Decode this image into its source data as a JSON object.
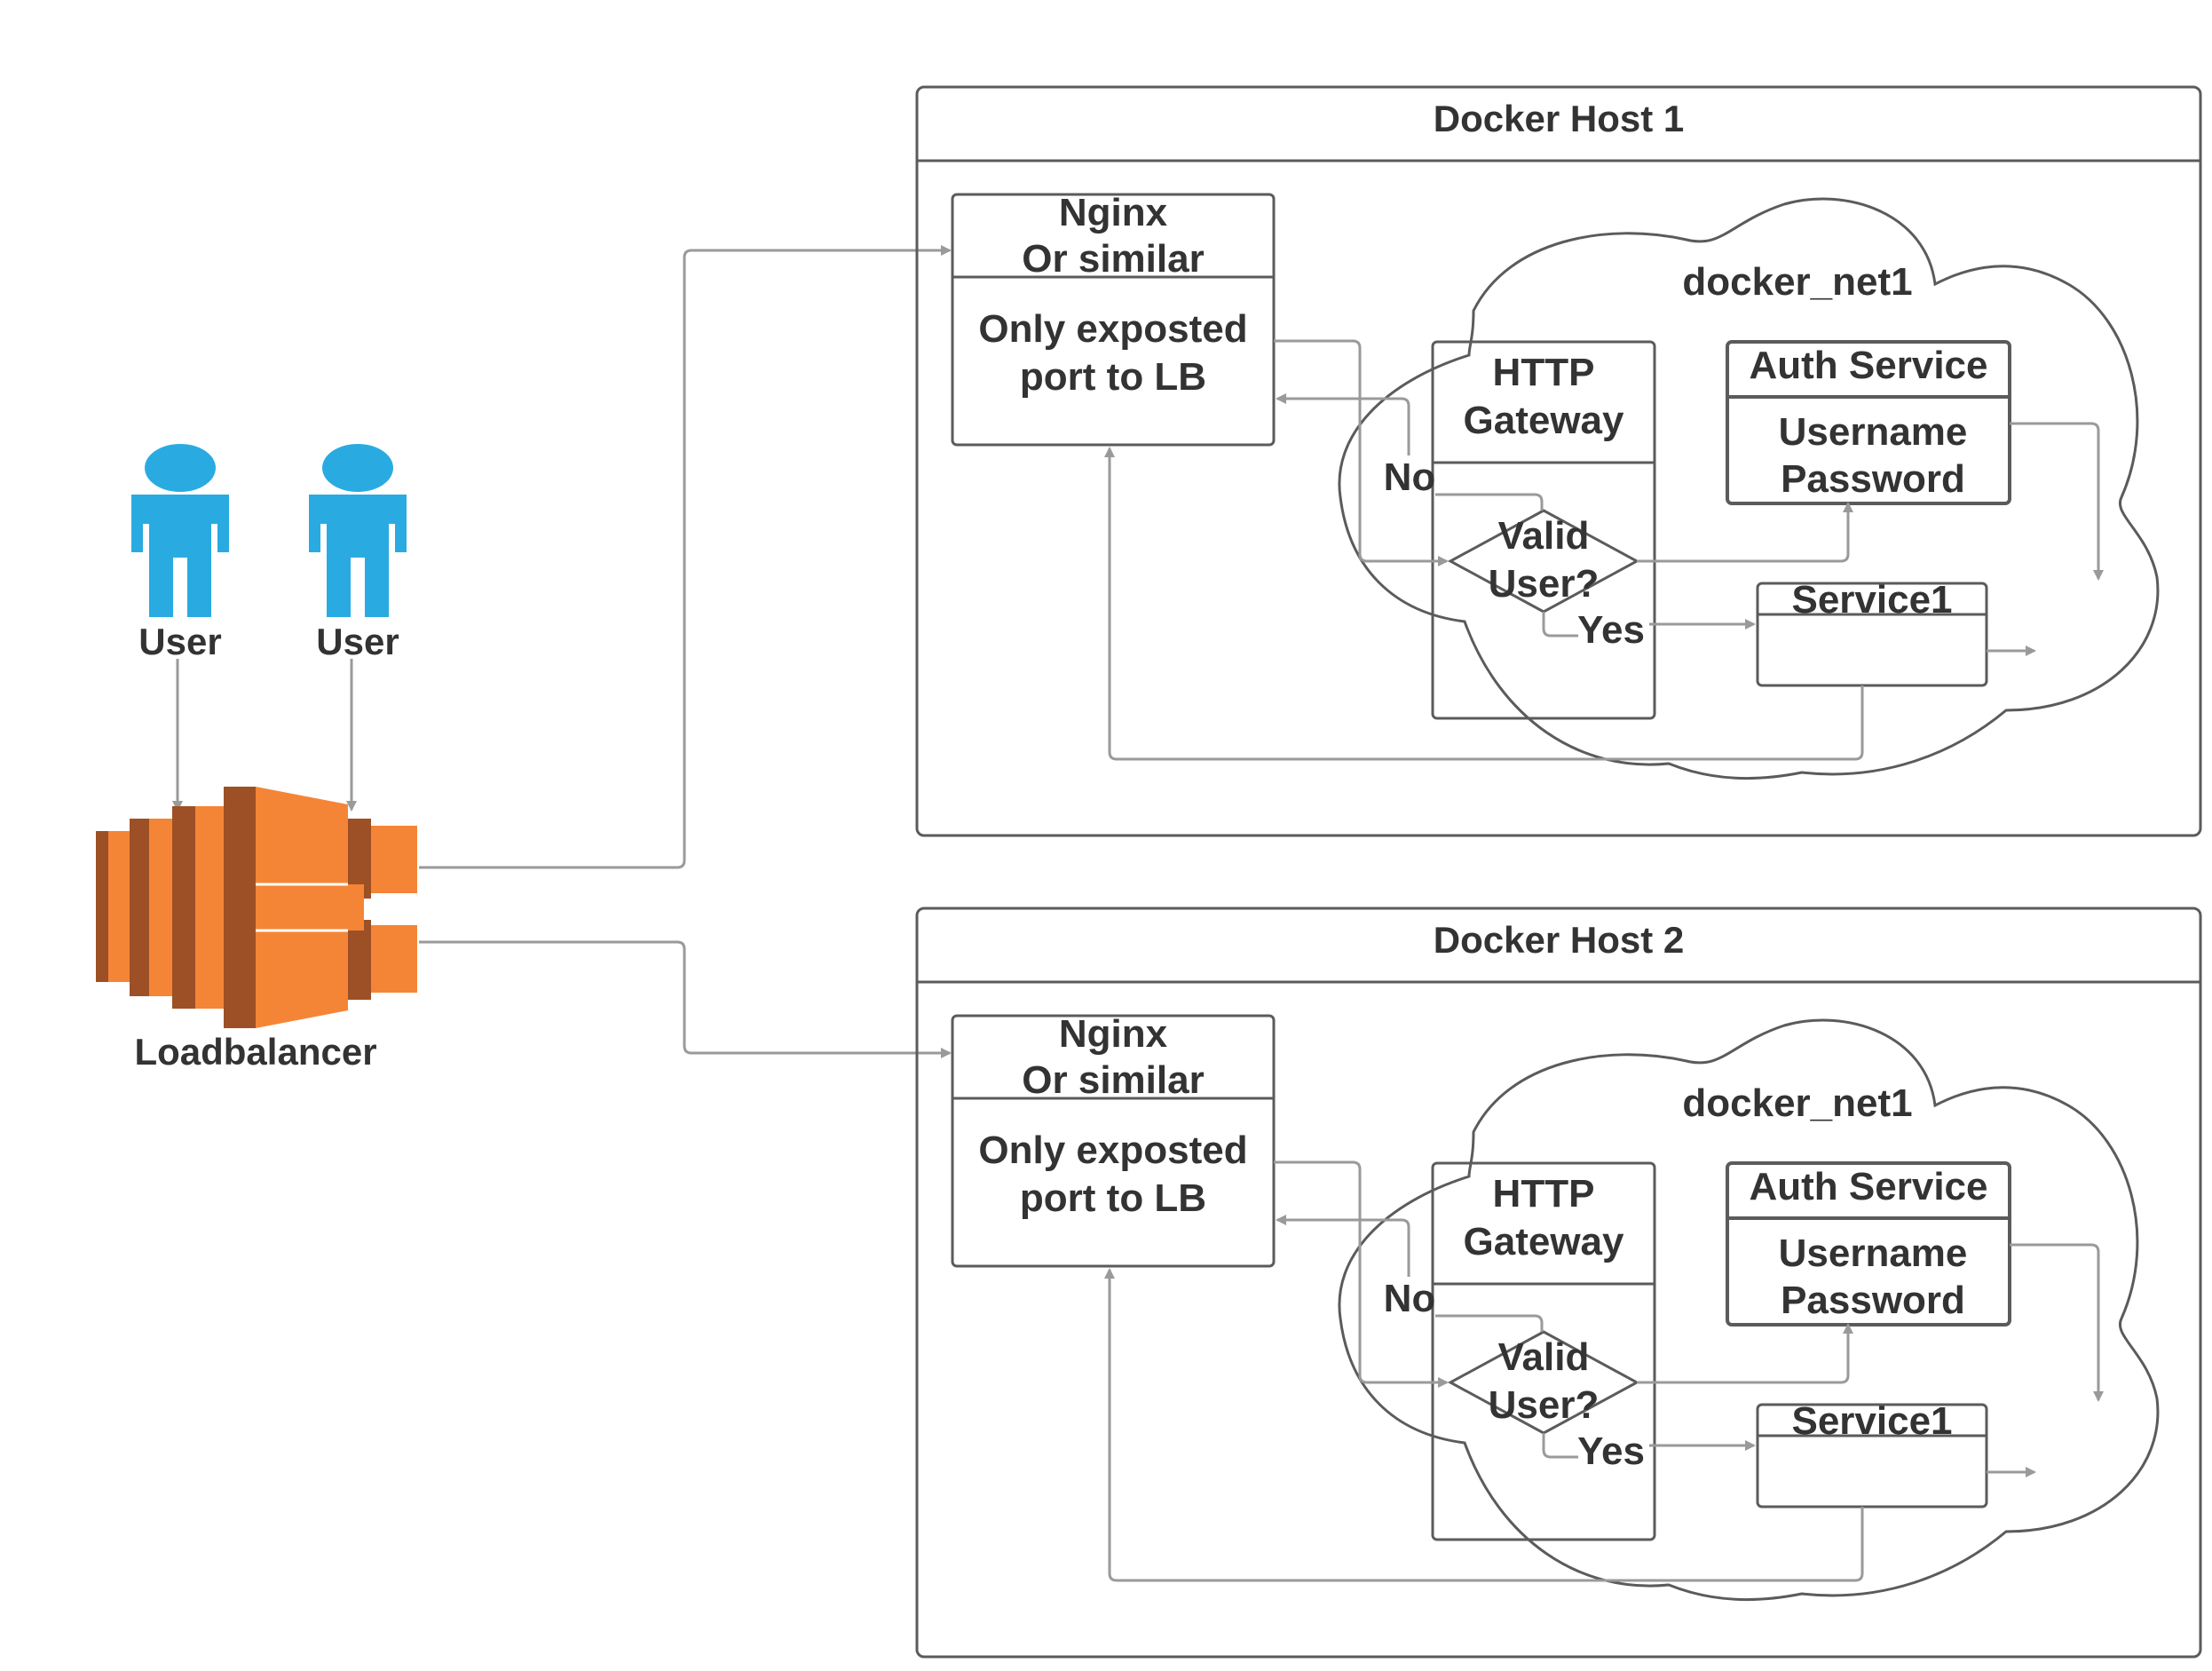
{
  "users": [
    {
      "label": "User"
    },
    {
      "label": "User"
    }
  ],
  "loadbalancer": {
    "label": "Loadbalancer"
  },
  "hosts": [
    {
      "title": "Docker Host 1",
      "nginx": {
        "title_line1": "Nginx",
        "title_line2": "Or similar",
        "body_line1": "Only exposted",
        "body_line2": "port to LB"
      },
      "network": "docker_net1",
      "gateway": {
        "line1": "HTTP",
        "line2": "Gateway"
      },
      "decision": {
        "line1": "Valid",
        "line2": "User?"
      },
      "no_label": "No",
      "yes_label": "Yes",
      "auth": {
        "title": "Auth Service",
        "line1": "Username",
        "line2": "Password"
      },
      "service": {
        "title": "Service1"
      }
    },
    {
      "title": "Docker Host 2",
      "nginx": {
        "title_line1": "Nginx",
        "title_line2": "Or similar",
        "body_line1": "Only exposted",
        "body_line2": "port to LB"
      },
      "network": "docker_net1",
      "gateway": {
        "line1": "HTTP",
        "line2": "Gateway"
      },
      "decision": {
        "line1": "Valid",
        "line2": "User?"
      },
      "no_label": "No",
      "yes_label": "Yes",
      "auth": {
        "title": "Auth Service",
        "line1": "Username",
        "line2": "Password"
      },
      "service": {
        "title": "Service1"
      }
    }
  ],
  "colors": {
    "user_icon": "#29abe2",
    "lb_orange": "#f58536",
    "lb_dark": "#9d5025",
    "box_stroke": "#5b5b5b",
    "connector": "#9a9a9a",
    "text": "#333333"
  }
}
